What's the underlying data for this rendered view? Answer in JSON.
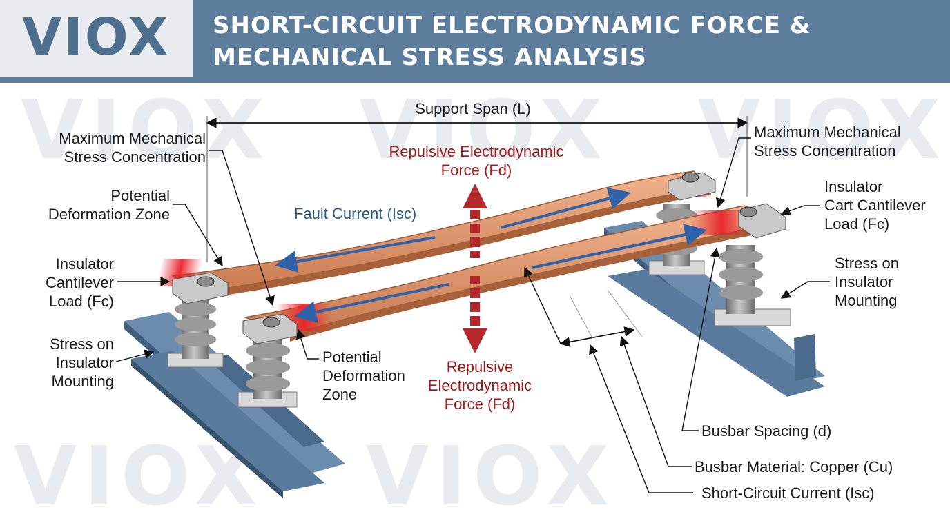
{
  "header": {
    "logo": "VIOX",
    "title_lines": [
      "SHORT-CIRCUIT ELECTRODYNAMIC FORCE &",
      "MECHANICAL STRESS ANALYSIS"
    ]
  },
  "watermark": "VIOX",
  "labels": {
    "support_span": "Support Span (L)",
    "max_stress_left": [
      "Maximum Mechanical",
      "Stress Concentration"
    ],
    "max_stress_right": [
      "Maximum Mechanical",
      "Stress Concentration"
    ],
    "force_top": [
      "Repulsive Electrodynamic",
      "Force (Fd)"
    ],
    "force_bottom": [
      "Repulsive",
      "Electrodynamic",
      "Force (Fd)"
    ],
    "deform_left": [
      "Potential",
      "Deformation Zone"
    ],
    "deform_mid": [
      "Potential",
      "Deformation",
      "Zone"
    ],
    "fault_current": "Fault Current (Isc)",
    "insulator_left": [
      "Insulator",
      "Cantilever",
      "Load (Fc)"
    ],
    "insulator_right": [
      "Insulator",
      "Cart Cantilever",
      "Load (Fc)"
    ],
    "mount_left": [
      "Stress on",
      "Insulator",
      "Mounting"
    ],
    "mount_right": [
      "Stress on",
      "Insulator",
      "Mounting"
    ],
    "busbar_spacing": "Busbar Spacing (d)",
    "busbar_material": "Busbar Material: Copper (Cu)",
    "sc_current": "Short-Circuit Current (Isc)"
  },
  "colors": {
    "header_bg": "#5d7d9c",
    "copper": "#d9875c",
    "stress_red": "#e8242a",
    "force_red": "#b5282b",
    "current_blue": "#2f62a8",
    "steel_beam": "#4f6f93",
    "insulator_gray": "#8e8e8e"
  },
  "icons": [
    "force-arrow-up-icon",
    "force-arrow-down-icon",
    "current-arrow-icon"
  ]
}
